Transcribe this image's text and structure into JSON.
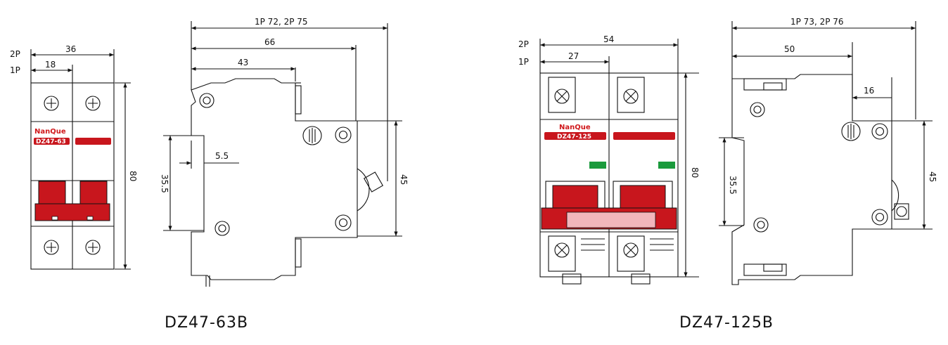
{
  "left_product": {
    "caption": "DZ47-63B",
    "front": {
      "brand": "NanQue",
      "model": "DZ47-63",
      "label_2p": "2P",
      "label_1p": "1P",
      "dim_2p": "36",
      "dim_1p": "18",
      "height": "80"
    },
    "side": {
      "dim_top": "1P 72, 2P 75",
      "dim_66": "66",
      "dim_43": "43",
      "dim_35_5": "35.5",
      "dim_5_5": "5.5",
      "dim_45": "45"
    }
  },
  "right_product": {
    "caption": "DZ47-125B",
    "front": {
      "brand": "NanQue",
      "model": "DZ47-125",
      "label_2p": "2P",
      "label_1p": "1P",
      "dim_2p": "54",
      "dim_1p": "27",
      "height": "80"
    },
    "side": {
      "dim_top": "1P 73, 2P 76",
      "dim_50": "50",
      "dim_16": "16",
      "dim_35_5": "35.5",
      "dim_45": "45"
    }
  },
  "colors": {
    "handle_red": "#c8161d",
    "label_green": "#1a9a3c",
    "lever_pink": "#f2b6bc",
    "outline": "#111111"
  }
}
